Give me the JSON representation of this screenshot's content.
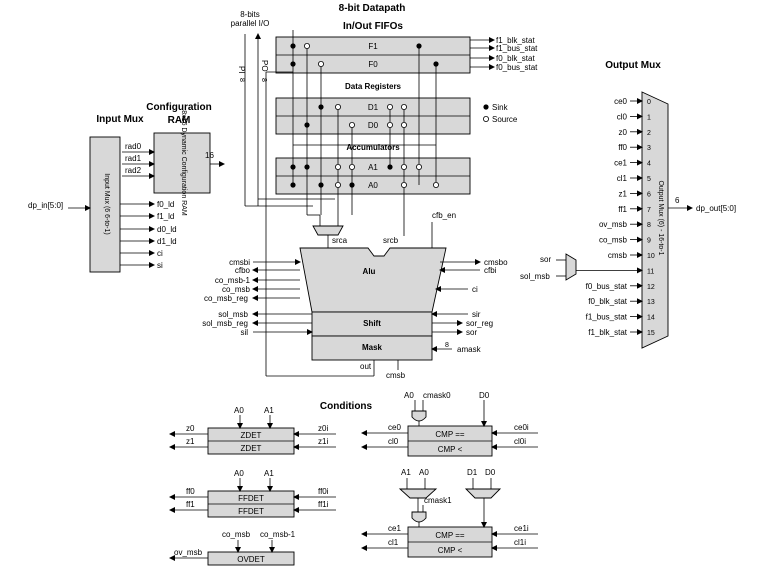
{
  "titles": {
    "datapath": "8-bit Datapath",
    "fifos": "In/Out FIFOs",
    "config": "Configuration",
    "config2": "RAM",
    "input_mux": "Input Mux",
    "output_mux": "Output Mux",
    "data_registers": "Data Registers",
    "accumulators": "Accumulators",
    "conditions": "Conditions"
  },
  "io": {
    "parallel_a": "8-bits",
    "parallel_b": "parallel I/O",
    "pi": "PI",
    "po": "PO",
    "eight": "8",
    "sixteen": "16",
    "six": "6",
    "dp_in": "dp_in[5:0]",
    "dp_out": "dp_out[5:0]"
  },
  "legend": {
    "sink": "Sink",
    "source": "Source"
  },
  "fifo": {
    "f1": "F1",
    "f0": "F0",
    "outputs": [
      "f1_blk_stat",
      "f1_bus_stat",
      "f0_blk_stat",
      "f0_bus_stat"
    ]
  },
  "regs": {
    "d1": "D1",
    "d0": "D0",
    "a1": "A1",
    "a0": "A0"
  },
  "config_ram": {
    "label": "8x16 Dynamic Configuration RAM",
    "inputs": [
      "rad0",
      "rad1",
      "rad2"
    ]
  },
  "input_mux": {
    "label": "Input Mux (6 6-to-1)",
    "outputs": [
      "f0_ld",
      "f1_ld",
      "d0_ld",
      "d1_ld",
      "ci",
      "si"
    ]
  },
  "alu": {
    "srca": "srca",
    "srcb": "srcb",
    "cfb_en": "cfb_en",
    "alu": "Alu",
    "shift": "Shift",
    "mask": "Mask",
    "out": "out",
    "cmsb": "cmsb",
    "amask": "amask",
    "left_inputs": [
      "cmsbi",
      "cfbo",
      "co_msb-1",
      "co_msb",
      "co_msb_reg"
    ],
    "shift_left": [
      "sol_msb",
      "sol_msb_reg",
      "sil"
    ],
    "right_io": [
      "cmsbo",
      "cfbi",
      "ci"
    ],
    "shift_right": [
      "sir",
      "sor_reg",
      "sor"
    ]
  },
  "output_mux": {
    "label": "Output Mux (6) - 16-to-1",
    "inputs": [
      "ce0",
      "cl0",
      "z0",
      "ff0",
      "ce1",
      "cl1",
      "z1",
      "ff1",
      "ov_msb",
      "co_msb",
      "cmsb",
      "sor",
      "f0_bus_stat",
      "f0_blk_stat",
      "f1_bus_stat",
      "f1_blk_stat"
    ],
    "indices": [
      "0",
      "1",
      "2",
      "3",
      "4",
      "5",
      "6",
      "7",
      "8",
      "9",
      "10",
      "11",
      "12",
      "13",
      "14",
      "15"
    ],
    "sor_label": "sor",
    "sol_label": "sol_msb"
  },
  "conditions": {
    "zdet": "ZDET",
    "ffdet": "FFDET",
    "ovdet": "OVDET",
    "cmpeq": "CMP ==",
    "cmplt": "CMP <",
    "a0": "A0",
    "a1": "A1",
    "d0": "D0",
    "d1": "D1",
    "z0": "z0",
    "z1": "z1",
    "z0i": "z0i",
    "z1i": "z1i",
    "ff0": "ff0",
    "ff1": "ff1",
    "ff0i": "ff0i",
    "ff1i": "ff1i",
    "co_msb": "co_msb",
    "co_msb1": "co_msb-1",
    "ov_msb": "ov_msb",
    "ce0": "ce0",
    "cl0": "cl0",
    "ce0i": "ce0i",
    "cl0i": "cl0i",
    "ce1": "ce1",
    "cl1": "cl1",
    "ce1i": "ce1i",
    "cl1i": "cl1i",
    "cmask0": "cmask0",
    "cmask1": "cmask1"
  }
}
